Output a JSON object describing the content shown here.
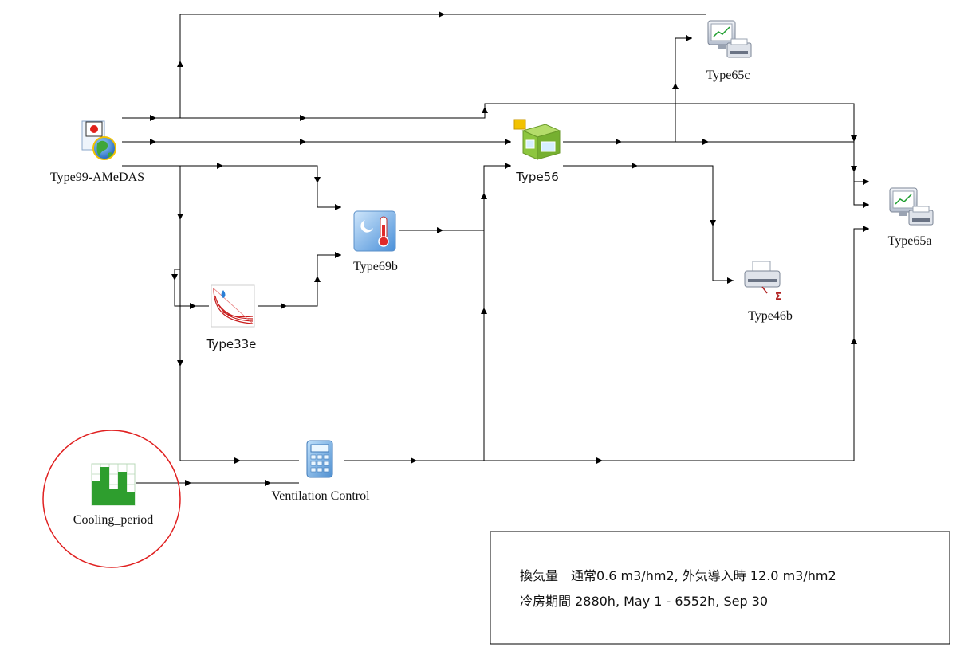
{
  "components": {
    "type99": {
      "label": "Type99-AMeDAS",
      "icon": "weather-data-globe-icon"
    },
    "type65c": {
      "label": "Type65c",
      "icon": "online-plotter-monitor-icon"
    },
    "type56": {
      "label": "Type56",
      "icon": "building-zone-icon"
    },
    "type65a": {
      "label": "Type65a",
      "icon": "online-plotter-monitor-icon"
    },
    "type69b": {
      "label": "Type69b",
      "icon": "sky-temperature-thermometer-icon"
    },
    "type46b": {
      "label": "Type46b",
      "icon": "printer-integrator-icon"
    },
    "type33e": {
      "label": "Type33e",
      "icon": "psychrometric-chart-icon"
    },
    "ventilation": {
      "label": "Ventilation Control",
      "icon": "calculator-icon"
    },
    "cooling": {
      "label": "Cooling_period",
      "icon": "schedule-bar-chart-icon"
    }
  },
  "note": {
    "line1": "換気量　通常0.6 m3/hm2, 外気導入時 12.0 m3/hm2",
    "line2": "冷房期間 2880h, May 1 - 6552h, Sep 30"
  },
  "colors": {
    "highlight_circle": "#e02020",
    "wire": "#000000",
    "building_green": "#8dc63f",
    "building_yellow": "#f2c200",
    "schedule_green": "#2e9e2e"
  }
}
